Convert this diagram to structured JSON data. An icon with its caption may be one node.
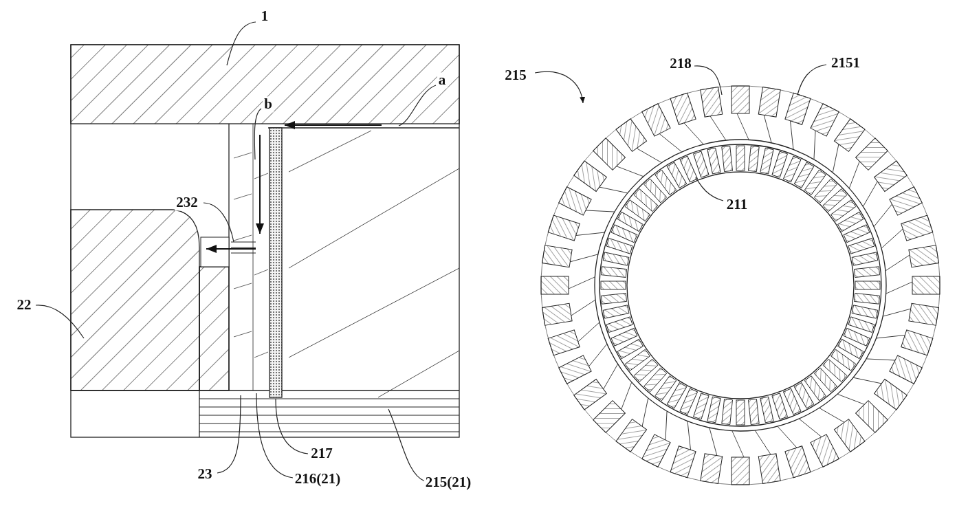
{
  "diagram": {
    "nodes": [
      {
        "text": [
          "1"
        ]
      },
      {
        "text": [
          "a"
        ]
      },
      {
        "text": [
          "b"
        ]
      },
      {
        "text": [
          "232"
        ]
      },
      {
        "text": [
          "22"
        ]
      },
      {
        "text": [
          "23"
        ]
      },
      {
        "text": [
          "216(21)"
        ]
      },
      {
        "text": [
          "217"
        ]
      },
      {
        "text": [
          "215(21)"
        ]
      },
      {
        "text": [
          "215"
        ]
      },
      {
        "text": [
          "218"
        ]
      },
      {
        "text": [
          "2151"
        ]
      },
      {
        "text": [
          "211"
        ]
      }
    ],
    "edges": [
      {
        "from": 0,
        "to": null,
        "arrow": "none"
      },
      {
        "from": 1,
        "to": null,
        "arrow": "none"
      },
      {
        "from": 2,
        "to": null,
        "arrow": "none"
      },
      {
        "from": 3,
        "to": null,
        "arrow": "none"
      },
      {
        "from": 4,
        "to": null,
        "arrow": "none"
      },
      {
        "from": 5,
        "to": null,
        "arrow": "none"
      },
      {
        "from": 6,
        "to": null,
        "arrow": "none"
      },
      {
        "from": 7,
        "to": null,
        "arrow": "none"
      },
      {
        "from": 8,
        "to": null,
        "arrow": "none"
      },
      {
        "from": 9,
        "to": null,
        "arrow": "to"
      },
      {
        "from": 10,
        "to": null,
        "arrow": "none"
      },
      {
        "from": 11,
        "to": null,
        "arrow": "none"
      },
      {
        "from": 12,
        "to": null,
        "arrow": "none"
      }
    ]
  }
}
